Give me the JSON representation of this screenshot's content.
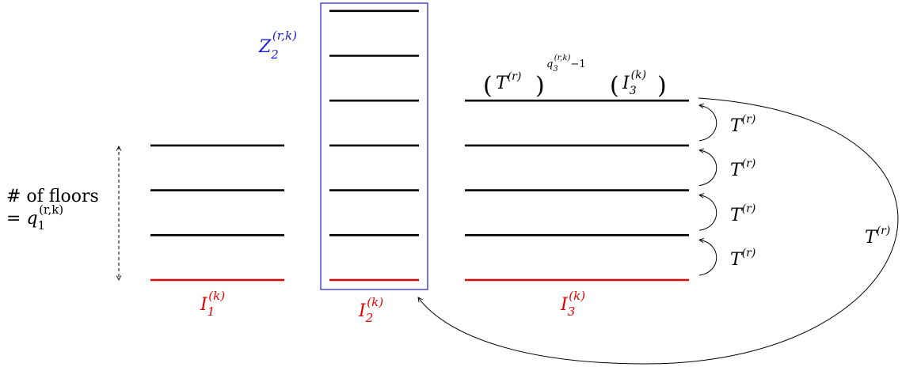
{
  "colors": {
    "floor": "#000000",
    "base": "#e00000",
    "box": "#1a1ad6",
    "label_base": "#e00000",
    "label_box": "#1a1ad6",
    "text": "#000000"
  },
  "towers": [
    {
      "id": "tower-1",
      "floors": 4,
      "base_label": {
        "sym": "I",
        "sub": "1",
        "sup": "(k)"
      }
    },
    {
      "id": "tower-2",
      "floors": 7,
      "base_label": {
        "sym": "I",
        "sub": "2",
        "sup": "(k)"
      }
    },
    {
      "id": "tower-3",
      "floors": 5,
      "base_label": {
        "sym": "I",
        "sub": "3",
        "sup": "(k)"
      }
    }
  ],
  "box_label": {
    "sym": "Z",
    "sub": "2",
    "sup": "(r,k)"
  },
  "floor_count_label": {
    "line1": "# of floors",
    "line2_prefix": "= ",
    "sym": "q",
    "sub": "1",
    "sup": "(r,k)"
  },
  "top_formula": {
    "lparen": "(",
    "rparen": ")",
    "T": "T",
    "T_sup": "(r)",
    "outer_sup_sym": "q",
    "outer_sup_sub": "3",
    "outer_sup_sup": "(r,k)",
    "outer_sup_tail": "−1",
    "I": "I",
    "I_sub": "3",
    "I_sup": "(k)"
  },
  "step_labels": [
    {
      "sym": "T",
      "sup": "(r)"
    },
    {
      "sym": "T",
      "sup": "(r)"
    },
    {
      "sym": "T",
      "sup": "(r)"
    },
    {
      "sym": "T",
      "sup": "(r)"
    }
  ],
  "return_label": {
    "sym": "T",
    "sup": "(r)"
  }
}
